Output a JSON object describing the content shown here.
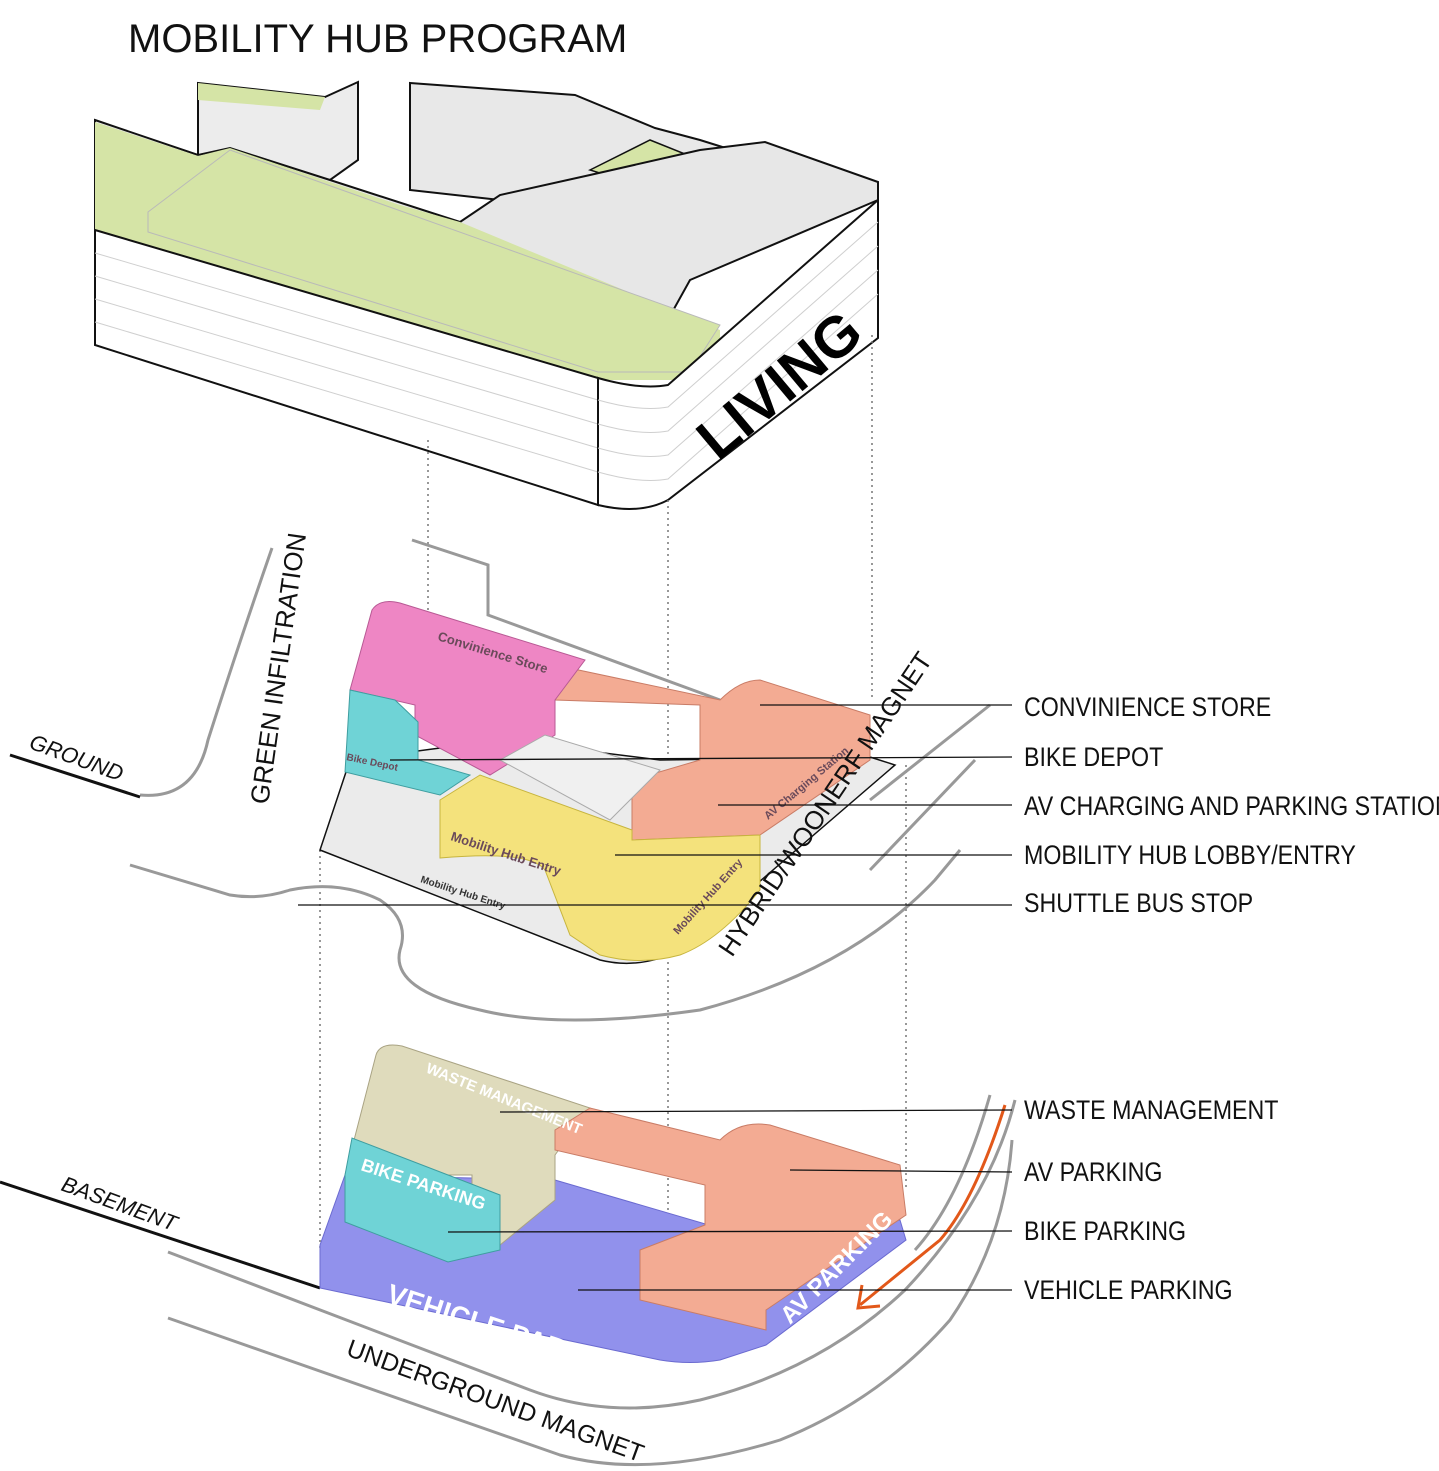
{
  "title": "MOBILITY HUB PROGRAM",
  "building_label": "LIVING",
  "context_labels": {
    "green": "GREEN INFILTRATION",
    "ground": "GROUND",
    "hybrid": "HYBRID/WOONERF MAGNET",
    "basement": "BASEMENT",
    "underground": "UNDERGROUND MAGNET"
  },
  "ground_zone_labels": {
    "convenience": "Convinience Store",
    "bike": "Bike Depot",
    "lobby": "Mobility Hub Entry",
    "lobby2": "Mobility Hub Entry",
    "av": "AV Charging Station",
    "entry": "Mobility Hub Entry"
  },
  "basement_zone_labels": {
    "waste": "WASTE MANAGEMENT",
    "bike": "BIKE PARKING",
    "vehicle": "VEHICLE PARKING",
    "av": "AV PARKING"
  },
  "ground_legend": [
    "CONVINIENCE STORE",
    "BIKE DEPOT",
    "AV CHARGING AND PARKING STATION",
    "MOBILITY HUB LOBBY/ENTRY",
    "SHUTTLE BUS STOP"
  ],
  "basement_legend": [
    "WASTE MANAGEMENT",
    "AV PARKING",
    "BIKE PARKING",
    "VEHICLE PARKING"
  ],
  "colors": {
    "green_roof": "#d5e4a6",
    "convenience": "#ee86c4",
    "bike_depot": "#6fd3d6",
    "av": "#f3ab93",
    "lobby": "#f4e27c",
    "vehicle": "#9191ec",
    "waste": "#dfdbbc",
    "arrow": "#e2581a"
  }
}
